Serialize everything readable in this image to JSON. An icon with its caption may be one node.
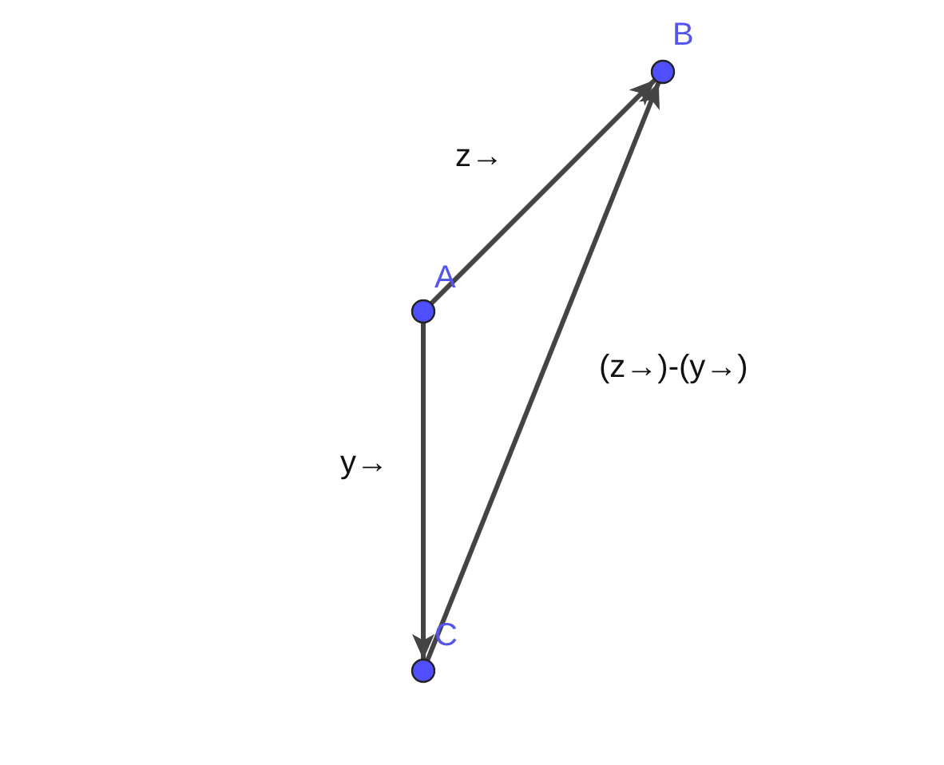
{
  "diagram": {
    "nodes": [
      {
        "text": [],
        "shape": "circle",
        "beside": [
          "A"
        ]
      },
      {
        "text": [],
        "shape": "circle",
        "beside": [
          "B"
        ]
      },
      {
        "text": [],
        "shape": "circle",
        "beside": [
          "C"
        ]
      }
    ],
    "edges": [
      {
        "from": 0,
        "to": 1,
        "arrow": "to",
        "label": "z→"
      },
      {
        "from": 0,
        "to": 2,
        "arrow": "to",
        "label": "y→"
      },
      {
        "from": 2,
        "to": 1,
        "arrow": "to",
        "label": "(z→)-(y→)"
      }
    ]
  }
}
